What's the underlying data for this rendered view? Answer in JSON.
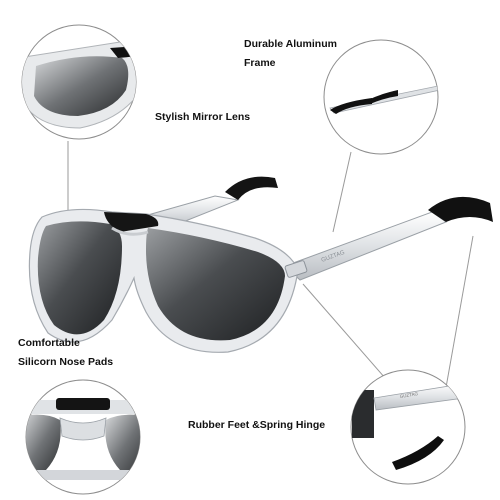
{
  "features": {
    "frame": {
      "line1": "Durable Aluminum",
      "line2": "Frame"
    },
    "lens": {
      "label": "Stylish Mirror Lens"
    },
    "nose_pads": {
      "line1": "Comfortable",
      "line2": "Silicorn Nose Pads"
    },
    "hinge": {
      "label": "Rubber Feet &Spring Hinge"
    }
  },
  "brand_mark": "GUZTAG",
  "colors": {
    "frame": "#e9ebee",
    "lens_dark": "#2a2c2e",
    "lens_mid": "#8a8d90",
    "rubber": "#111111",
    "callout_line": "#9a9a9a"
  }
}
